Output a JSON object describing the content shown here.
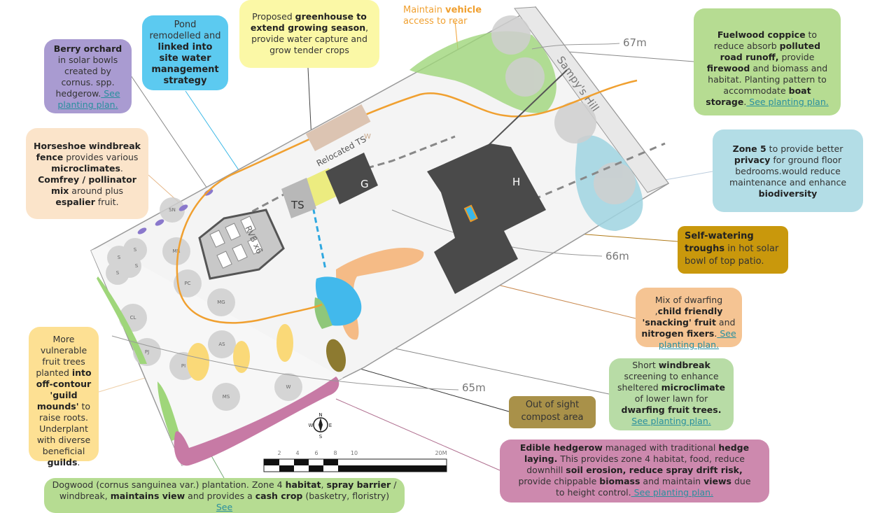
{
  "map": {
    "road_label": "Sampy's Hill",
    "contours": [
      "67m",
      "66m",
      "65m"
    ],
    "building_labels": {
      "house": "H",
      "garage": "G",
      "tool_shed": "TS",
      "relocated_ts": "Relocated TS",
      "rvb": "RVB x6",
      "w": "W"
    },
    "tree_labels": [
      "S",
      "S",
      "S",
      "S",
      "MR",
      "PC",
      "MG",
      "CL",
      "PJ",
      "PI",
      "AS",
      "MS",
      "W",
      "SN"
    ],
    "compass": {
      "n": "N",
      "e": "E",
      "s": "S",
      "w": "W"
    },
    "scale": [
      "2",
      "4",
      "6",
      "8",
      "10",
      "20M"
    ]
  },
  "vehicle_note": {
    "line1a": "Maintain ",
    "line1b": "vehicle",
    "line2": "access to rear",
    "color": "#f0a030"
  },
  "callouts": [
    {
      "id": "berry-orchard",
      "color": "#a99bd1",
      "segments": [
        {
          "t": "Berry orchard",
          "b": true
        },
        {
          "t": " in solar bowls created by cornus. spp. hedgerow."
        },
        {
          "t": " See planting plan.",
          "link": true
        }
      ]
    },
    {
      "id": "pond",
      "color": "#5ccaf0",
      "segments": [
        {
          "t": "Pond remodelled and "
        },
        {
          "t": "linked into site water management strategy",
          "b": true
        }
      ]
    },
    {
      "id": "greenhouse",
      "color": "#fbf8a6",
      "segments": [
        {
          "t": "Proposed "
        },
        {
          "t": "greenhouse to extend growing season",
          "b": true
        },
        {
          "t": ", provide water capture and grow tender crops"
        }
      ]
    },
    {
      "id": "fuelwood",
      "color": "#b6dc92",
      "segments": [
        {
          "t": "Fuelwood coppice",
          "b": true
        },
        {
          "t": " to reduce absorb "
        },
        {
          "t": "polluted road runoff,",
          "b": true
        },
        {
          "t": " provide "
        },
        {
          "t": "firewood",
          "b": true
        },
        {
          "t": " and biomass and habitat. Planting pattern to accommodate "
        },
        {
          "t": "boat storage",
          "b": true
        },
        {
          "t": "."
        },
        {
          "t": " See planting plan.",
          "link": true
        }
      ]
    },
    {
      "id": "zone5",
      "color": "#b3dde6",
      "segments": [
        {
          "t": "Zone 5",
          "b": true
        },
        {
          "t": " to provide better "
        },
        {
          "t": "privacy",
          "b": true
        },
        {
          "t": " for ground floor bedrooms.would reduce maintenance and enhance "
        },
        {
          "t": "biodiversity",
          "b": true
        }
      ]
    },
    {
      "id": "horseshoe",
      "color": "#fbe4ca",
      "segments": [
        {
          "t": "Horseshoe windbreak fence",
          "b": true
        },
        {
          "t": " provides various "
        },
        {
          "t": "microclimates",
          "b": true
        },
        {
          "t": ". "
        },
        {
          "t": "Comfrey / pollinator mix",
          "b": true
        },
        {
          "t": " around plus "
        },
        {
          "t": "espalier",
          "b": true
        },
        {
          "t": " fruit."
        }
      ]
    },
    {
      "id": "self-watering",
      "color": "#c9980c",
      "segments": [
        {
          "t": "Self-watering troughs",
          "b": true
        },
        {
          "t": " in hot solar bowl of top patio."
        }
      ]
    },
    {
      "id": "dwarfing-mix",
      "color": "#f5c493",
      "segments": [
        {
          "t": "Mix of dwarfing ,"
        },
        {
          "t": "child friendly 'snacking' fruit",
          "b": true
        },
        {
          "t": " and "
        },
        {
          "t": "nitrogen fixers",
          "b": true
        },
        {
          "t": "."
        },
        {
          "t": " See planting plan.",
          "link": true
        }
      ]
    },
    {
      "id": "vulnerable-fruit",
      "color": "#fde093",
      "segments": [
        {
          "t": "More vulnerable fruit trees planted "
        },
        {
          "t": "into off-contour 'guild mounds'",
          "b": true
        },
        {
          "t": " to raise roots. Underplant with diverse beneficial "
        },
        {
          "t": "guilds",
          "b": true
        },
        {
          "t": "."
        }
      ]
    },
    {
      "id": "short-windbreak",
      "color": "#b8dca6",
      "segments": [
        {
          "t": "Short "
        },
        {
          "t": "windbreak",
          "b": true
        },
        {
          "t": " screening to enhance sheltered "
        },
        {
          "t": "microclimate",
          "b": true
        },
        {
          "t": " of lower lawn for "
        },
        {
          "t": "dwarfing fruit trees.",
          "b": true
        },
        {
          "t": " See planting plan.",
          "link": true
        }
      ]
    },
    {
      "id": "compost",
      "color": "#a99149",
      "segments": [
        {
          "t": "Out of sight compost area"
        }
      ]
    },
    {
      "id": "edible-hedgerow",
      "color": "#cd89ae",
      "segments": [
        {
          "t": "Edible hedgerow",
          "b": true
        },
        {
          "t": " managed with traditional "
        },
        {
          "t": "hedge laying.",
          "b": true
        },
        {
          "t": " This provides zone 4 habitat, food, reduce downhill "
        },
        {
          "t": "soil erosion, reduce spray drift risk,",
          "b": true
        },
        {
          "t": " provide chippable "
        },
        {
          "t": "biomass",
          "b": true
        },
        {
          "t": " and maintain "
        },
        {
          "t": "views",
          "b": true
        },
        {
          "t": " due to height control."
        },
        {
          "t": " See planting plan.",
          "link": true
        }
      ]
    },
    {
      "id": "dogwood",
      "color": "#b6dc92",
      "segments": [
        {
          "t": "Dogwood (cornus sanguinea var.) plantation. Zone 4 "
        },
        {
          "t": "habitat",
          "b": true
        },
        {
          "t": ", "
        },
        {
          "t": "spray barrier",
          "b": true
        },
        {
          "t": " / windbreak, "
        },
        {
          "t": "maintains view",
          "b": true
        },
        {
          "t": " and provides a "
        },
        {
          "t": "cash crop",
          "b": true
        },
        {
          "t": " (basketry, floristry)"
        },
        {
          "t": " See",
          "link": true
        }
      ]
    }
  ]
}
